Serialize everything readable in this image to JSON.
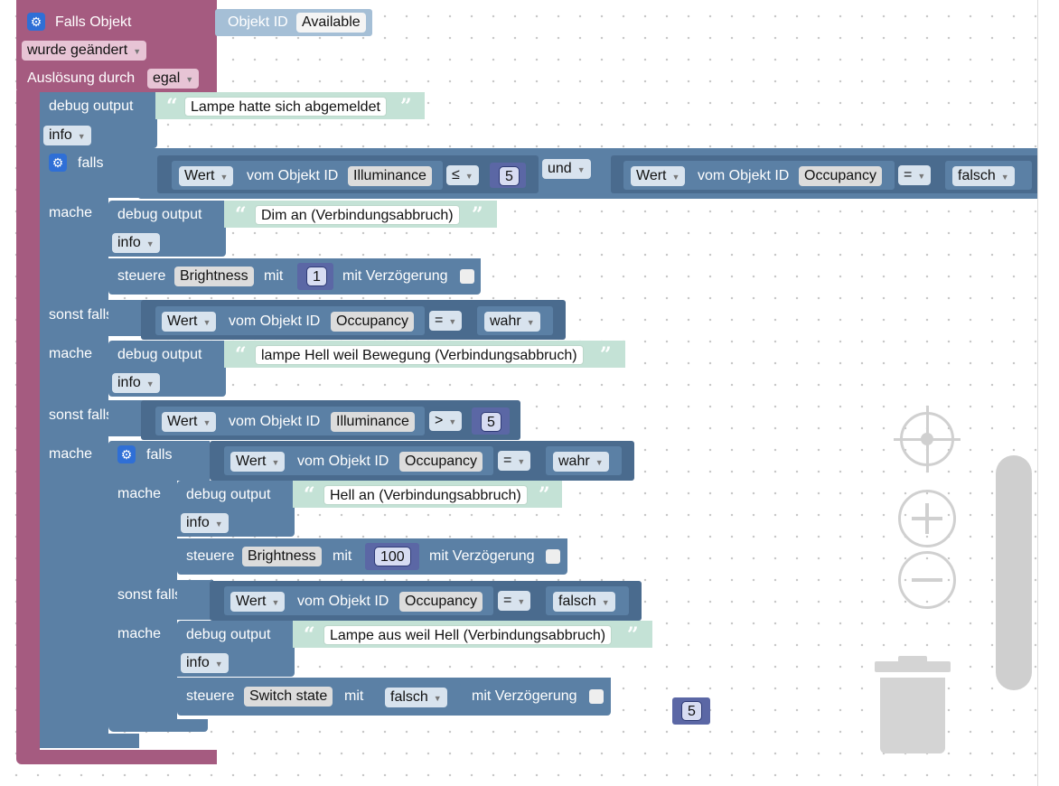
{
  "event": {
    "title": "Falls Objekt",
    "object_label": "Objekt ID",
    "object_value": "Available",
    "change_dropdown": "wurde geändert",
    "trigger_label": "Auslösung durch",
    "trigger_dropdown": "egal"
  },
  "debug_label": "debug output",
  "debug_level": "info",
  "if_label": "falls",
  "do_label": "mache",
  "elseif_label": "sonst falls",
  "control_label": "steuere",
  "with_label": "mit",
  "delay_label": "mit Verzögerung",
  "value_dropdown": "Wert",
  "from_object_label": "vom Objekt ID",
  "and_dropdown": "und",
  "debug1_text": "Lampe hatte sich abgemeldet",
  "if1": {
    "a_object": "Illuminance",
    "a_op": "≤",
    "a_value": "5",
    "b_object": "Occupancy",
    "b_op": "=",
    "b_value": "falsch"
  },
  "do1_debug": "Dim an (Verbindungsabbruch)",
  "do1_control_object": "Brightness",
  "do1_control_value": "1",
  "elseif1": {
    "object": "Occupancy",
    "op": "=",
    "value": "wahr"
  },
  "do2_debug": "lampe Hell weil Bewegung (Verbindungsabbruch)",
  "elseif2": {
    "object": "Illuminance",
    "op": ">",
    "value": "5"
  },
  "inner_if": {
    "object": "Occupancy",
    "op": "=",
    "value": "wahr"
  },
  "inner_do1_debug": "Hell an (Verbindungsabbruch)",
  "inner_do1_control_object": "Brightness",
  "inner_do1_control_value": "100",
  "inner_elseif": {
    "object": "Occupancy",
    "op": "=",
    "value": "falsch"
  },
  "inner_do2_debug": "Lampe aus weil Hell (Verbindungsabbruch)",
  "inner_do2_control_object": "Switch state",
  "inner_do2_control_value": "falsch",
  "floating_number": "5",
  "icons": {
    "gear": "gear-icon",
    "dropdown": "dropdown-arrow-icon",
    "quote_open": "quote-open-icon",
    "quote_close": "quote-close-icon",
    "recenter": "recenter-icon",
    "zoom_in": "zoom-in-icon",
    "zoom_out": "zoom-out-icon",
    "trash": "trash-icon"
  },
  "colors": {
    "event_block": "#a55b80",
    "logic_block": "#5b80a5",
    "text_block": "#c4e2d6",
    "number_block": "#5b67a5",
    "object_id_block": "#a5bfd6"
  }
}
